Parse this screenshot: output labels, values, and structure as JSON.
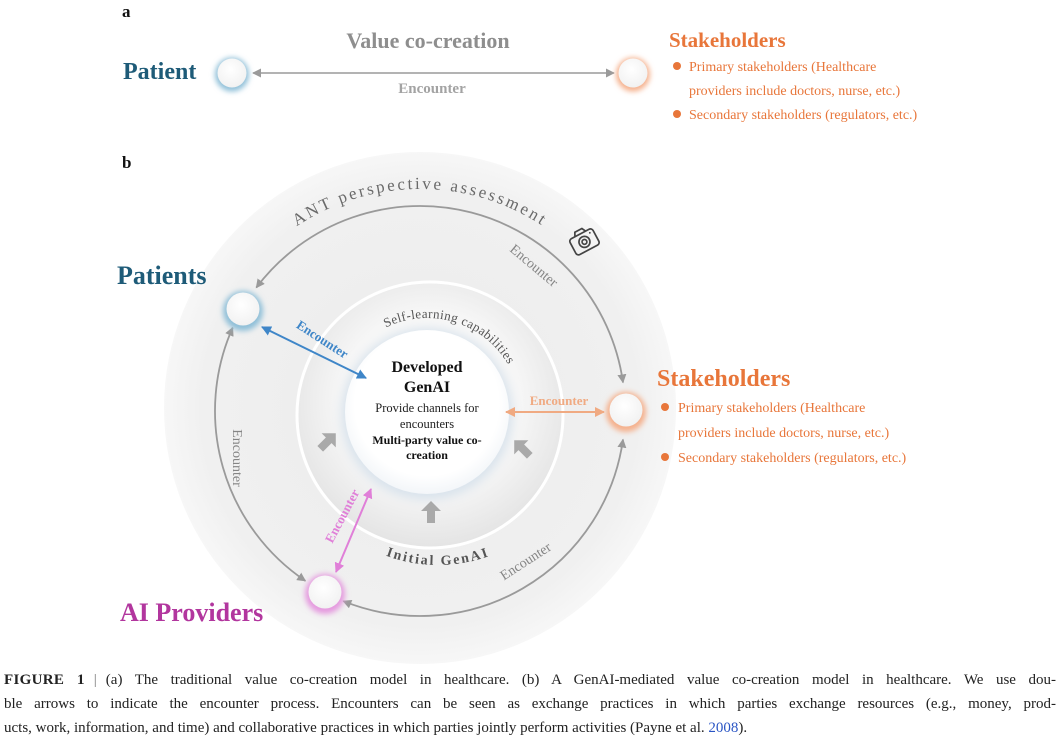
{
  "panel_a": {
    "label": "a",
    "title": "Value co-creation",
    "patient_label": "Patient",
    "encounter_label": "Encounter",
    "stakeholders_label": "Stakeholders",
    "stakeholder_bullets": [
      {
        "line_1": "Primary stakeholders (Healthcare",
        "line_2": "providers include doctors, nurse, etc.)"
      },
      {
        "line_1": "Secondary stakeholders (regulators, etc.)"
      }
    ]
  },
  "panel_b": {
    "label": "b",
    "outer_ring_label": "ANT perspective assessment",
    "inner_ring_top_label": "Self-learning capabilities",
    "inner_ring_bottom_label": "Initial GenAI",
    "core": {
      "title_line_1": "Developed",
      "title_line_2": "GenAI",
      "text_line_1": "Provide channels for",
      "text_line_2": "encounters",
      "bold_line_1": "Multi-party value co-",
      "bold_line_2": "creation"
    },
    "patients_label": "Patients",
    "stakeholders_label": "Stakeholders",
    "ai_providers_label": "AI Providers",
    "stakeholder_bullets": [
      {
        "line_1": "Primary stakeholders (Healthcare",
        "line_2": "providers include doctors, nurse, etc.)"
      },
      {
        "line_1": "Secondary stakeholders (regulators, etc.)"
      }
    ],
    "encounters": {
      "patients_stakeholders": "Encounter",
      "stakeholders_ai_providers": "Encounter",
      "ai_providers_patients": "Encounter",
      "patients_genai": "Encounter",
      "stakeholders_genai": "Encounter",
      "ai_providers_genai": "Encounter"
    },
    "icons": {
      "assessment": "camera-icon"
    }
  },
  "caption": {
    "figure_label": "FIGURE 1",
    "separator": "|",
    "line_1": "(a) The traditional value co-creation model in healthcare. (b) A GenAI-mediated value co-creation model in healthcare. We use dou-",
    "line_2": "ble arrows to indicate the encounter process. Encounters can be seen as exchange practices in which parties exchange resources (e.g., money, prod-",
    "line_3_text": "ucts, work, information, and time) and collaborative practices in which parties jointly perform activities (Payne et al.",
    "citation_year": "2008",
    "line_3_end": ")."
  },
  "colors": {
    "patient": "#1e5b78",
    "stakeholders": "#e8763a",
    "ai_providers": "#b2369e",
    "patient_glow": "#8fbfd8",
    "stakeholder_glow": "#f5b08c",
    "ai_glow": "#e59adf",
    "encounter_patients_genai": "#3f86c8",
    "encounter_stakeholders_genai": "#f0aa82",
    "encounter_ai_genai": "#e07fd8",
    "ring_gray": "#9a9a9a",
    "citation_link": "#2a55c4"
  }
}
